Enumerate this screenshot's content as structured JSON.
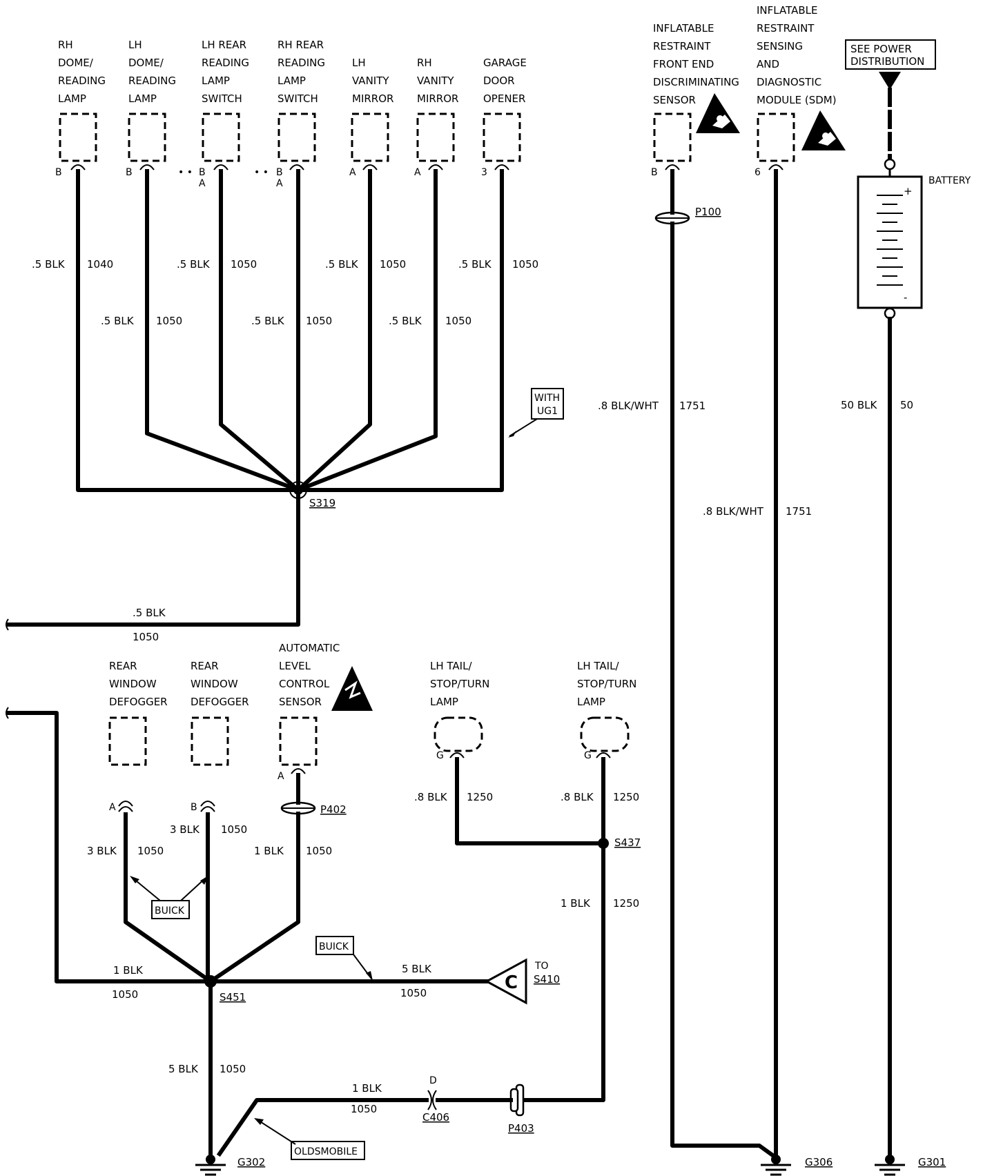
{
  "components": {
    "rh_dome": [
      "RH",
      "DOME/",
      "READING",
      "LAMP"
    ],
    "lh_dome": [
      "LH",
      "DOME/",
      "READING",
      "LAMP"
    ],
    "lh_rear_reading": [
      "LH REAR",
      "READING",
      "LAMP",
      "SWITCH"
    ],
    "rh_rear_reading": [
      "RH REAR",
      "READING",
      "LAMP",
      "SWITCH"
    ],
    "lh_vanity": [
      "LH",
      "VANITY",
      "MIRROR"
    ],
    "rh_vanity": [
      "RH",
      "VANITY",
      "MIRROR"
    ],
    "garage_door": [
      "GARAGE",
      "DOOR",
      "OPENER"
    ],
    "front_end_sensor": [
      "INFLATABLE",
      "RESTRAINT",
      "FRONT END",
      "DISCRIMINATING",
      "SENSOR"
    ],
    "sdm": [
      "INFLATABLE",
      "RESTRAINT",
      "SENSING",
      "AND",
      "DIAGNOSTIC",
      "MODULE (SDM)"
    ],
    "power_dist": [
      "SEE POWER",
      "DISTRIBUTION"
    ],
    "battery": "BATTERY",
    "rear_defogger_1": [
      "REAR",
      "WINDOW",
      "DEFOGGER"
    ],
    "rear_defogger_2": [
      "REAR",
      "WINDOW",
      "DEFOGGER"
    ],
    "alc_sensor": [
      "AUTOMATIC",
      "LEVEL",
      "CONTROL",
      "SENSOR"
    ],
    "lh_tail_1": [
      "LH TAIL/",
      "STOP/TURN",
      "LAMP"
    ],
    "lh_tail_2": [
      "LH TAIL/",
      "STOP/TURN",
      "LAMP"
    ]
  },
  "pins": {
    "rh_dome": "B",
    "lh_dome": "B",
    "lh_rear_b": "B",
    "lh_rear_a": "A",
    "rh_rear_b": "B",
    "rh_rear_a": "A",
    "lh_vanity": "A",
    "rh_vanity": "A",
    "garage": "3",
    "front_end": "B",
    "sdm": "6",
    "defog1": "A",
    "defog2": "B",
    "alc": "A",
    "tail1": "G",
    "tail2": "G",
    "c406": "D",
    "dots": "• •"
  },
  "wires": {
    "w_rh_dome": [
      ".5 BLK",
      "1040"
    ],
    "w_lh_dome": [
      ".5 BLK",
      "1050"
    ],
    "w_lh_rear": [
      ".5 BLK",
      "1050"
    ],
    "w_rh_rear": [
      ".5 BLK",
      "1050"
    ],
    "w_lh_vanity": [
      ".5 BLK",
      "1050"
    ],
    "w_rh_vanity": [
      ".5 BLK",
      "1050"
    ],
    "w_garage": [
      ".5 BLK",
      "1050"
    ],
    "w_s319_out": [
      ".5 BLK",
      "1050"
    ],
    "w_front_end": [
      ".8 BLK/WHT",
      "1751"
    ],
    "w_sdm": [
      ".8 BLK/WHT",
      "1751"
    ],
    "w_battery": [
      "50 BLK",
      "50"
    ],
    "w_defog1": [
      "3 BLK",
      "1050"
    ],
    "w_defog2": [
      "3 BLK",
      "1050"
    ],
    "w_alc": [
      "1 BLK",
      "1050"
    ],
    "w_tail1": [
      ".8 BLK",
      "1250"
    ],
    "w_tail2": [
      ".8 BLK",
      "1250"
    ],
    "w_s437_down": [
      "1 BLK",
      "1250"
    ],
    "w_left_in": [
      "1 BLK",
      "1050"
    ],
    "w_to_s410": [
      "5 BLK",
      "1050"
    ],
    "w_s451_down": [
      "5 BLK",
      "1050"
    ],
    "w_c406": [
      "1 BLK",
      "1050"
    ]
  },
  "refs": {
    "s319": "S319",
    "s451": "S451",
    "s437": "S437",
    "p100": "P100",
    "p402": "P402",
    "p403": "P403",
    "c406": "C406",
    "g302": "G302",
    "g306": "G306",
    "g301": "G301",
    "to_s410": [
      "TO",
      "S410"
    ],
    "connector_c": "C",
    "with_ug1": [
      "WITH",
      "UG1"
    ],
    "buick_1": "BUICK",
    "buick_2": "BUICK",
    "oldsmobile": "OLDSMOBILE"
  },
  "battery_terminals": {
    "plus": "+",
    "minus": "-"
  },
  "icons": [
    "airbag-warning-icon",
    "electrostatic-warning-icon",
    "ground-icon"
  ]
}
